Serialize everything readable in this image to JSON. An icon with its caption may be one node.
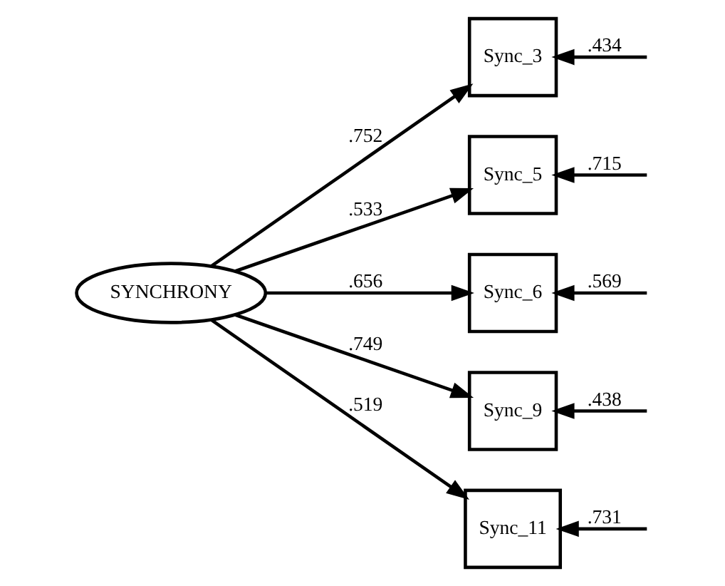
{
  "diagram": {
    "nodes": [
      {
        "text": [
          "SYNCHRONY"
        ]
      },
      {
        "text": [
          "Sync_3"
        ]
      },
      {
        "text": [
          "Sync_5"
        ]
      },
      {
        "text": [
          "Sync_6"
        ]
      },
      {
        "text": [
          "Sync_9"
        ]
      },
      {
        "text": [
          "Sync_11"
        ]
      }
    ],
    "edges": [
      {
        "from": 0,
        "to": 1,
        "arrow": "to",
        "label": ".752"
      },
      {
        "from": 0,
        "to": 2,
        "arrow": "to",
        "label": ".533"
      },
      {
        "from": 0,
        "to": 3,
        "arrow": "to",
        "label": ".656"
      },
      {
        "from": 0,
        "to": 4,
        "arrow": "to",
        "label": ".749"
      },
      {
        "from": 0,
        "to": 5,
        "arrow": "to",
        "label": ".519"
      },
      {
        "from": null,
        "to": 1,
        "arrow": "to",
        "label": ".434"
      },
      {
        "from": null,
        "to": 2,
        "arrow": "to",
        "label": ".715"
      },
      {
        "from": null,
        "to": 3,
        "arrow": "to",
        "label": ".569"
      },
      {
        "from": null,
        "to": 4,
        "arrow": "to",
        "label": ".438"
      },
      {
        "from": null,
        "to": 5,
        "arrow": "to",
        "label": ".731"
      }
    ]
  }
}
